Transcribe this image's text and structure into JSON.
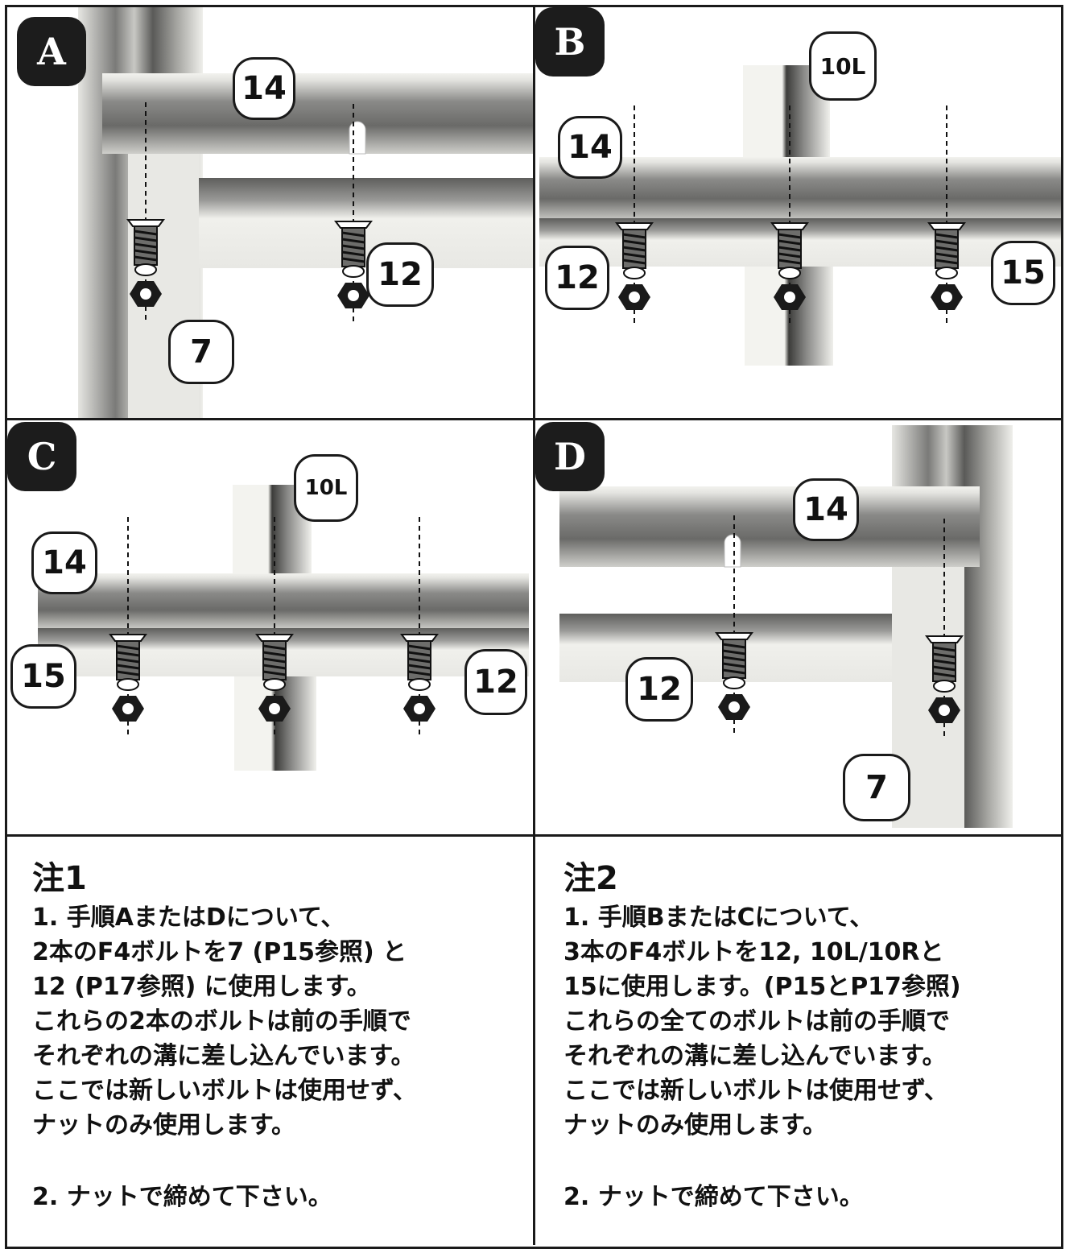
{
  "panels": {
    "a": {
      "step": "A",
      "parts": {
        "rail": "14",
        "post": "7",
        "rail2": "12"
      }
    },
    "b": {
      "step": "B",
      "parts": {
        "upright": "10L",
        "rail": "14",
        "left": "12",
        "right": "15"
      }
    },
    "c": {
      "step": "C",
      "parts": {
        "upright": "10L",
        "rail": "14",
        "left": "15",
        "right": "12"
      }
    },
    "d": {
      "step": "D",
      "parts": {
        "rail": "14",
        "rail2": "12",
        "post": "7"
      }
    }
  },
  "notes": {
    "note1": {
      "title": "注1",
      "lines": [
        "1. 手順AまたはDについて、",
        "2本のF4ボルトを7 (P15参照) と",
        "12 (P17参照) に使用します。",
        "これらの2本のボルトは前の手順で",
        "それぞれの溝に差し込んでいます。",
        "ここでは新しいボルトは使用せず、",
        "ナットのみ使用します。"
      ],
      "step2": "2. ナットで締めて下さい。"
    },
    "note2": {
      "title": "注2",
      "lines": [
        "1.  手順BまたはCについて、",
        "3本のF4ボルトを12, 10L/10Rと",
        "15に使用します。(P15とP17参照)",
        "これらの全てのボルトは前の手順で",
        "それぞれの溝に差し込んでいます。",
        "ここでは新しいボルトは使用せず、",
        "ナットのみ使用します。"
      ],
      "step2": "2. ナットで締めて下さい。"
    }
  },
  "colors": {
    "ink": "#1a1a1a",
    "metal_dark": "#6e6e6e",
    "metal_light": "#d8d8d4",
    "panel_bg": "#ffffff"
  }
}
